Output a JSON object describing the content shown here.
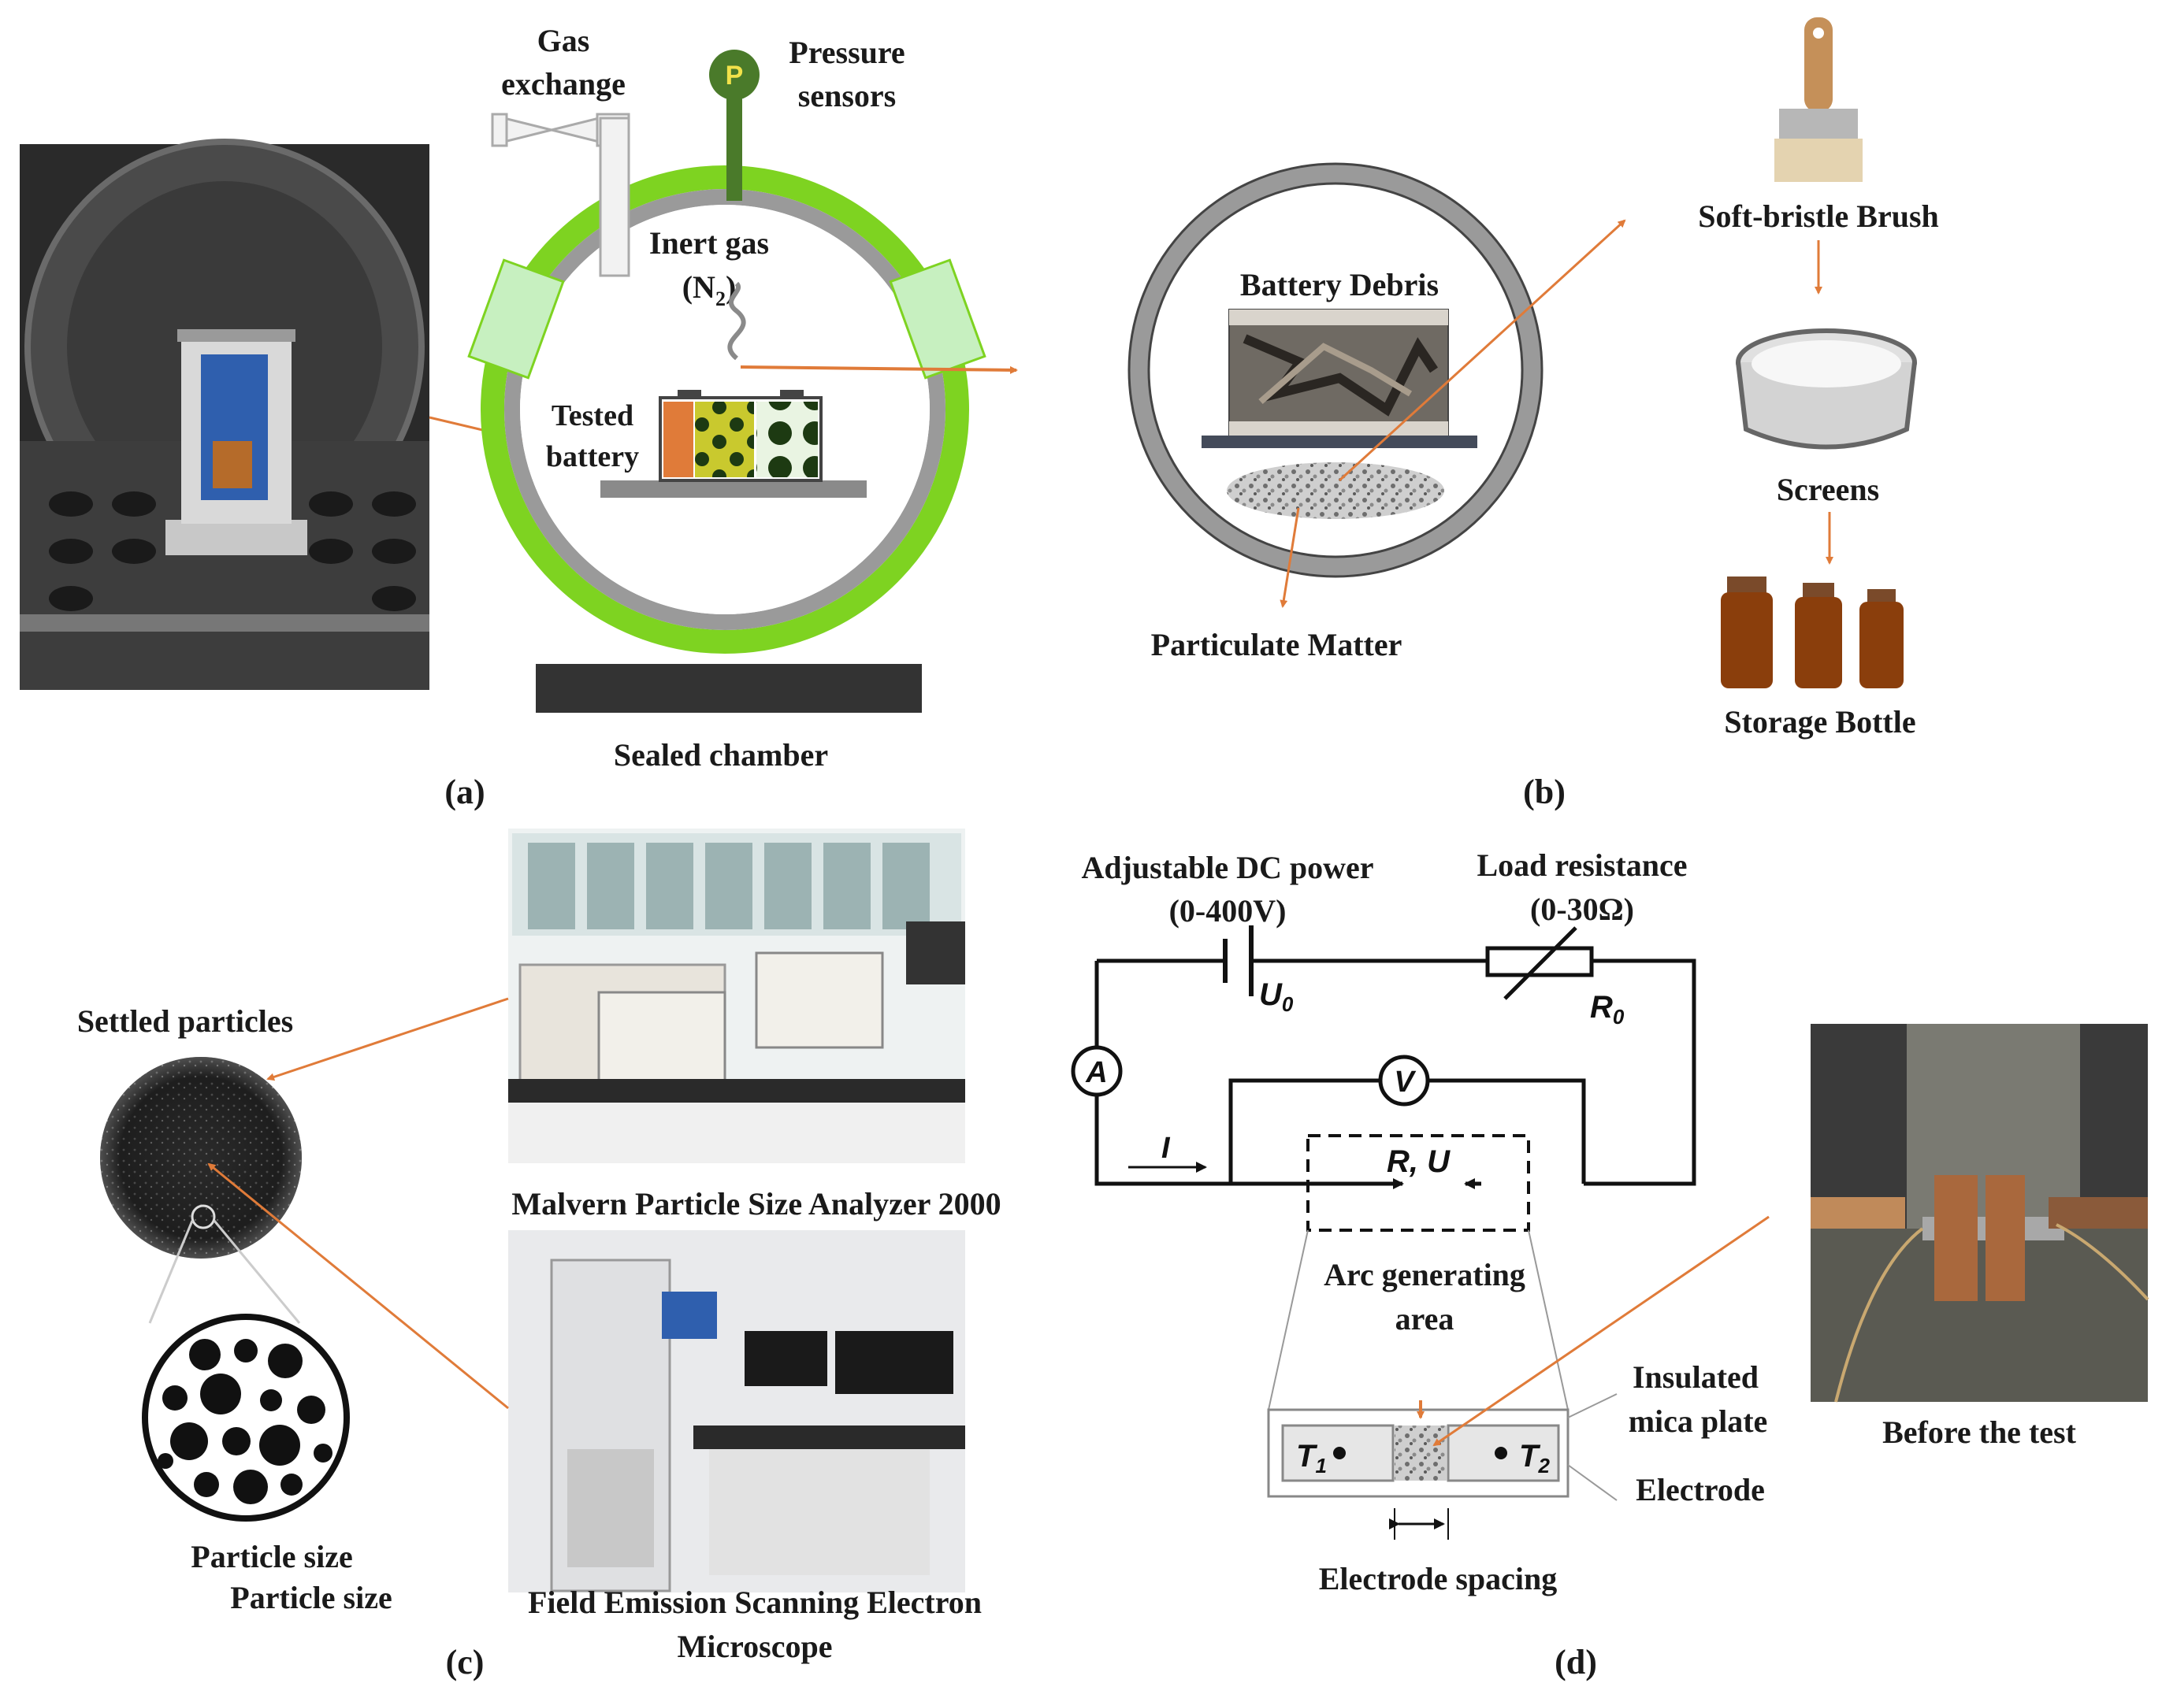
{
  "panel_a": {
    "gas_exchange": [
      "Gas",
      "exchange"
    ],
    "pressure_sensors": [
      "Pressure",
      "sensors"
    ],
    "pressure_symbol": "P",
    "inert_gas": "Inert gas",
    "n2_open": "(N",
    "n2_sub": "2",
    "n2_close": ")",
    "tested_battery": [
      "Tested",
      "battery"
    ],
    "sealed_chamber": "Sealed chamber",
    "panel_label": "(a)"
  },
  "panel_b": {
    "battery_debris": "Battery Debris",
    "particulate_matter": "Particulate Matter",
    "soft_bristle_brush": "Soft-bristle Brush",
    "screens": "Screens",
    "storage_bottle": "Storage Bottle",
    "panel_label": "(b)"
  },
  "panel_c": {
    "settled_particles": "Settled particles",
    "particle_size_1": "Particle size",
    "particle_size_2": "Particle size",
    "malvern": "Malvern Particle Size Analyzer 2000",
    "fesem": [
      "Field Emission Scanning Electron",
      "Microscope"
    ],
    "panel_label": "(c)"
  },
  "panel_d": {
    "dc_power": [
      "Adjustable DC power",
      "(0-400V)"
    ],
    "load_resistance": [
      "Load resistance",
      "(0-30Ω)"
    ],
    "u0": "U",
    "u0_sub": "0",
    "r0": "R",
    "r0_sub": "0",
    "ammeter": "A",
    "voltmeter": "V",
    "current": "I",
    "ru": "R, U",
    "arc_area": [
      "Arc generating",
      "area"
    ],
    "insulated_mica": [
      "Insulated",
      "mica plate"
    ],
    "electrode": "Electrode",
    "t1": "T",
    "t1_sub": "1",
    "t2": "T",
    "t2_sub": "2",
    "electrode_spacing": "Electrode spacing",
    "before_test": "Before the test",
    "panel_label": "(d)"
  },
  "colors": {
    "chamber_green": "#7ed321",
    "chamber_gray": "#8c8c8c",
    "arrow_orange": "#e07b39",
    "sensor_green": "#4a7a2a",
    "bottle_amber": "#8a3e0c"
  }
}
